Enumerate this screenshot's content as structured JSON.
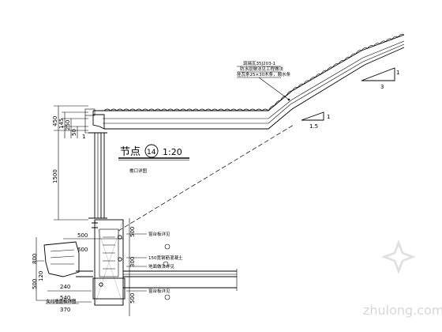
{
  "title": {
    "node_label": "节点",
    "node_number": "14",
    "scale": "1:20",
    "subtitle": "檐口详图"
  },
  "roof_notes": [
    "琉璃瓦35J203-1",
    "防水层做法见工程做法",
    "挂瓦条25×30木条，顺水条"
  ],
  "slopes": [
    {
      "rise": "1",
      "run": "3"
    },
    {
      "rise": "1",
      "run": "1.5"
    }
  ],
  "vertical_dims": [
    "450",
    "145",
    "250",
    "50",
    "1500",
    "1",
    "800",
    "500",
    "120"
  ],
  "horizontal_dims": [
    "500",
    "600",
    "240",
    "540",
    "370"
  ],
  "side_dims": [
    "500",
    "300",
    "500"
  ],
  "callouts": [
    "窗台板详见",
    "150宽钢筋混凝土",
    "地面做法详见",
    "窗台板详见",
    "女儿墙盖板详图"
  ],
  "watermark": {
    "site": "zhulong.com"
  }
}
